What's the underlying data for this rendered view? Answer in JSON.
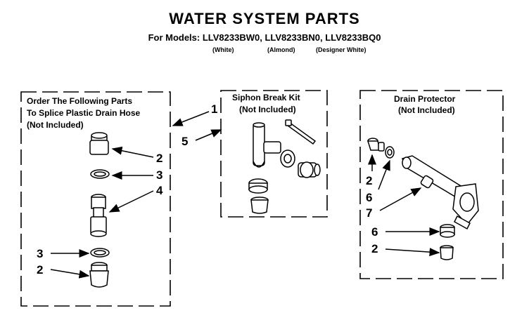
{
  "header": {
    "title": "WATER SYSTEM PARTS",
    "models_line": "For Models: LLV8233BW0, LLV8233BN0, LLV8233BQ0",
    "color_white": "(White)",
    "color_almond": "(Almond)",
    "color_designer": "(Designer White)"
  },
  "left_box": {
    "line1": "Order The Following Parts",
    "line2": "To Splice Plastic Drain Hose",
    "line3": "(Not Included)"
  },
  "middle_box": {
    "line1": "Siphon Break Kit",
    "line2": "(Not Included)"
  },
  "right_box": {
    "line1": "Drain Protector",
    "line2": "(Not Included)"
  },
  "callouts": {
    "c1": "1",
    "c5": "5",
    "left_2a": "2",
    "left_3a": "3",
    "left_4": "4",
    "left_3b": "3",
    "left_2b": "2",
    "right_2a": "2",
    "right_6a": "6",
    "right_7": "7",
    "right_6b": "6",
    "right_2b": "2"
  }
}
